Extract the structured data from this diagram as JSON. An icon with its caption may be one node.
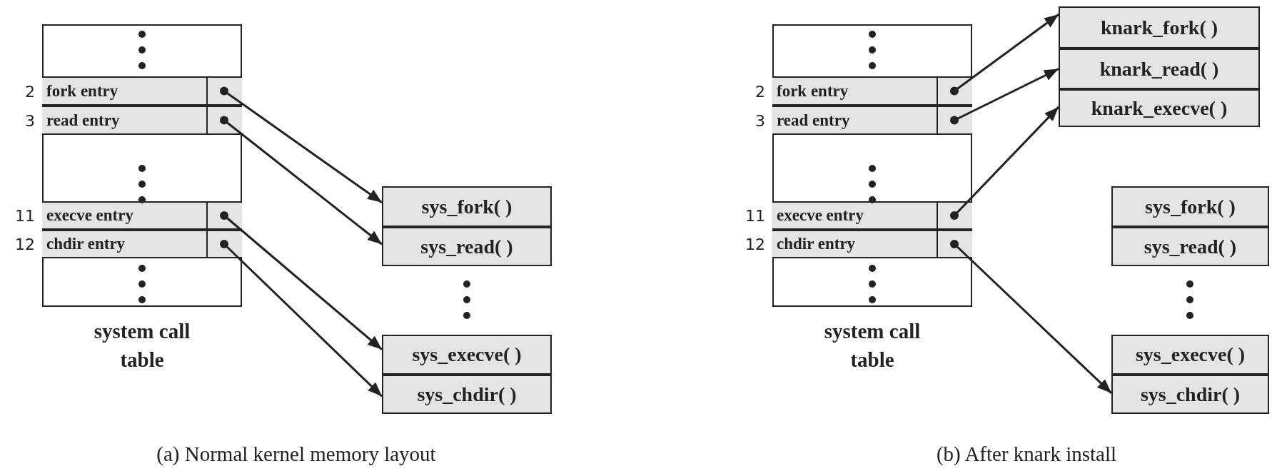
{
  "diagram": {
    "nodes": [
      {
        "text": [
          "system call table"
        ]
      },
      {
        "text": [
          "fork entry"
        ],
        "in": 0,
        "beside": [
          "2"
        ]
      },
      {
        "text": [
          "read entry"
        ],
        "in": 0,
        "beside": [
          "3"
        ]
      },
      {
        "text": [
          "execve entry"
        ],
        "in": 0,
        "beside": [
          "11"
        ]
      },
      {
        "text": [
          "chdir entry"
        ],
        "in": 0,
        "beside": [
          "12"
        ]
      },
      {
        "text": [
          "sys_fork( )"
        ]
      },
      {
        "text": [
          "sys_read( )"
        ]
      },
      {
        "text": [
          "sys_execve( )"
        ]
      },
      {
        "text": [
          "sys_chdir( )"
        ]
      },
      {
        "text": [
          "system call table"
        ]
      },
      {
        "text": [
          "fork entry"
        ],
        "in": 9,
        "beside": [
          "2"
        ]
      },
      {
        "text": [
          "read entry"
        ],
        "in": 9,
        "beside": [
          "3"
        ]
      },
      {
        "text": [
          "execve entry"
        ],
        "in": 9,
        "beside": [
          "11"
        ]
      },
      {
        "text": [
          "chdir entry"
        ],
        "in": 9,
        "beside": [
          "12"
        ]
      },
      {
        "text": [
          "knark_fork( )"
        ]
      },
      {
        "text": [
          "knark_read( )"
        ]
      },
      {
        "text": [
          "knark_execve( )"
        ]
      },
      {
        "text": [
          "sys_fork( )"
        ]
      },
      {
        "text": [
          "sys_read( )"
        ]
      },
      {
        "text": [
          "sys_execve( )"
        ]
      },
      {
        "text": [
          "sys_chdir( )"
        ]
      }
    ],
    "edges": [
      {
        "from": 1,
        "to": 5,
        "arrow": "to"
      },
      {
        "from": 2,
        "to": 6,
        "arrow": "to"
      },
      {
        "from": 3,
        "to": 7,
        "arrow": "to"
      },
      {
        "from": 4,
        "to": 8,
        "arrow": "to"
      },
      {
        "from": 10,
        "to": 14,
        "arrow": "to"
      },
      {
        "from": 11,
        "to": 15,
        "arrow": "to"
      },
      {
        "from": 12,
        "to": 16,
        "arrow": "to"
      },
      {
        "from": 13,
        "to": 20,
        "arrow": "to"
      }
    ],
    "labels": [
      "(a) Normal kernel memory layout",
      "(b) After knark install"
    ]
  }
}
